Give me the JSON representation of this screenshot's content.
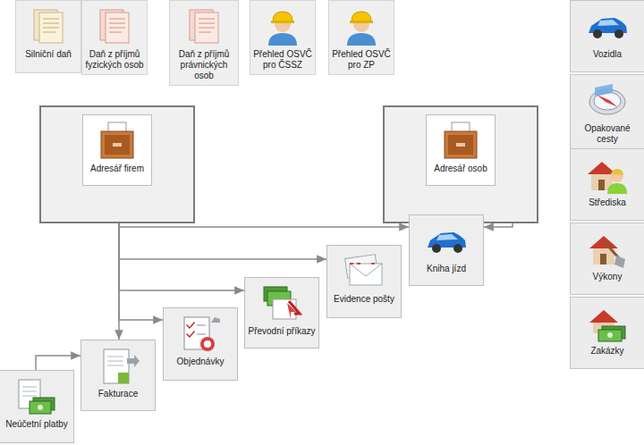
{
  "diagram": {
    "nodes": [
      {
        "text": [
          "Silniční daň"
        ]
      },
      {
        "text": [
          "Daň z příjmů fyzických osob"
        ]
      },
      {
        "text": [
          "Daň z příjmů právnických osob"
        ]
      },
      {
        "text": [
          "Přehled OSVČ pro ČSSZ"
        ]
      },
      {
        "text": [
          "Přehled OSVČ pro ZP"
        ]
      },
      {
        "text": [
          "Vozidla"
        ]
      },
      {
        "text": [
          "Opakované cesty"
        ]
      },
      {
        "text": [
          "Střediska"
        ]
      },
      {
        "text": [
          "Výkony"
        ]
      },
      {
        "text": [
          "Zakázky"
        ]
      },
      {
        "text": [
          "Adresář firem"
        ]
      },
      {
        "text": [
          "Adresář osob"
        ]
      },
      {
        "text": [
          "Kniha jízd"
        ]
      },
      {
        "text": [
          "Evidence pošty"
        ]
      },
      {
        "text": [
          "Převodní příkazy"
        ]
      },
      {
        "text": [
          "Objednávky"
        ]
      },
      {
        "text": [
          "Fakturace"
        ]
      },
      {
        "text": [
          "Neúčetní platby"
        ]
      }
    ],
    "edges": [
      {
        "from": 10,
        "to": 12,
        "arrow": "to"
      },
      {
        "from": 10,
        "to": 13,
        "arrow": "to"
      },
      {
        "from": 10,
        "to": 14,
        "arrow": "to"
      },
      {
        "from": 10,
        "to": 15,
        "arrow": "to"
      },
      {
        "from": 10,
        "to": 16,
        "arrow": "to"
      },
      {
        "from": 11,
        "to": 12,
        "arrow": "to"
      },
      {
        "from": 17,
        "to": 16,
        "arrow": "to"
      }
    ]
  }
}
